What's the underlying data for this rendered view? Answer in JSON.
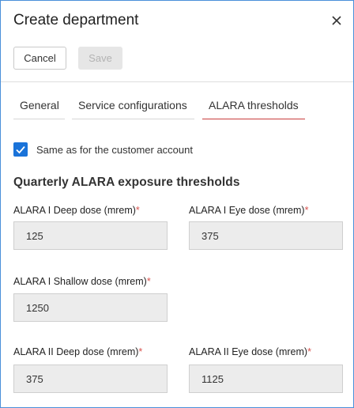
{
  "dialog": {
    "title": "Create department",
    "close_icon": "close-icon"
  },
  "toolbar": {
    "cancel_label": "Cancel",
    "save_label": "Save"
  },
  "tabs": [
    {
      "label": "General",
      "active": false
    },
    {
      "label": "Service configurations",
      "active": false
    },
    {
      "label": "ALARA thresholds",
      "active": true
    }
  ],
  "same_as_customer": {
    "label": "Same as for the customer account",
    "checked": true
  },
  "section": {
    "title": "Quarterly ALARA exposure thresholds"
  },
  "required_mark": "*",
  "fields": {
    "alara1_deep": {
      "label": "ALARA I Deep dose (mrem)",
      "value": "125"
    },
    "alara1_eye": {
      "label": "ALARA I Eye dose (mrem)",
      "value": "375"
    },
    "alara1_shallow": {
      "label": "ALARA I Shallow dose (mrem)",
      "value": "1250"
    },
    "alara2_deep": {
      "label": "ALARA II Deep dose (mrem)",
      "value": "375"
    },
    "alara2_eye": {
      "label": "ALARA II Eye dose (mrem)",
      "value": "1125"
    }
  },
  "colors": {
    "accent": "#1a73d9",
    "active_tab_underline": "#c83c3c",
    "required": "#d9534f",
    "dialog_border": "#4a90d9"
  }
}
